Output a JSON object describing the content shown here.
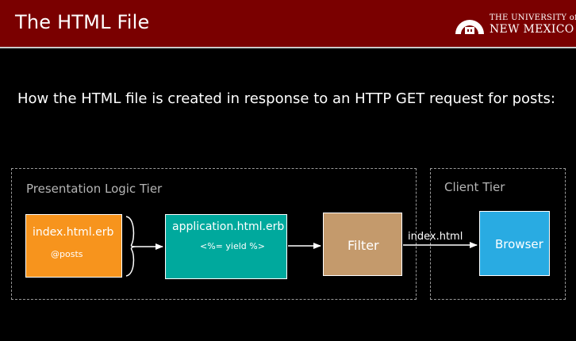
{
  "header": {
    "title": "The HTML File",
    "logo_line1": "THE UNIVERSITY of",
    "logo_line2": "NEW MEXICO"
  },
  "intro": "How the HTML file is created in response to an HTTP GET request for posts:",
  "tiers": {
    "presentation": "Presentation Logic Tier",
    "client": "Client Tier"
  },
  "nodes": {
    "index_erb": {
      "title": "index.html.erb",
      "sub": "@posts",
      "color": "#f7941d"
    },
    "application_erb": {
      "title": "application.html.erb",
      "sub": "<%= yield %>",
      "color": "#00a99d"
    },
    "filter": {
      "title": "Filter",
      "color": "#c49a6c"
    },
    "browser": {
      "title": "Browser",
      "color": "#29abe2"
    }
  },
  "edges": {
    "filter_to_browser": "index.html"
  },
  "colors": {
    "header_bg": "#7a0000",
    "background": "#000000"
  }
}
